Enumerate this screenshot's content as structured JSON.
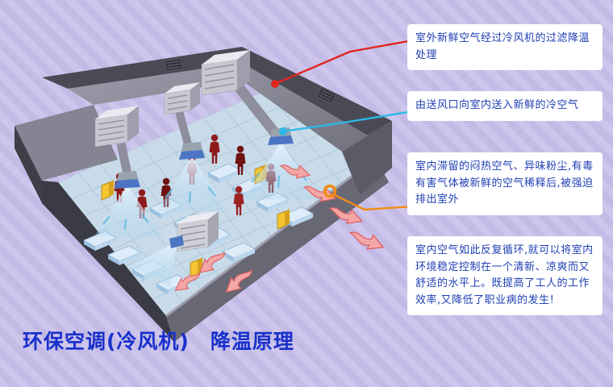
{
  "title": "环保空调(冷风机)　降温原理",
  "callouts": [
    {
      "text": "室外新鲜空气经过冷风机的过滤降温处理",
      "line_color": "#e0251e",
      "marker": "dot"
    },
    {
      "text": "由送风口向室内送入新鲜的冷空气",
      "line_color": "#2cb9e8",
      "marker": "dot"
    },
    {
      "text": "室内滞留的闷热空气、异味粉尘,有毒有害气体被新鲜的空气稀释后,被强迫排出室外",
      "line_color": "#f28a18",
      "marker": "ring"
    },
    {
      "text": "室内空气如此反复循环,就可以将室内环境稳定控制在一个清新、凉爽而又舒适的水平上。既提高了工人的工作效率,又降低了职业病的发生!",
      "line_color": "",
      "marker": ""
    }
  ],
  "palette": {
    "background_stripe_light": "#cdc5ec",
    "background_stripe_dark": "#c3bbe5",
    "callout_text": "#2040b4",
    "title_color": "#1830cc",
    "exhaust_arrow": "#f5a7a7",
    "cool_air_cone": "#cfe6f7",
    "roof_gray": "#8f8f9d",
    "floor_blue": "#c9dbe9"
  }
}
